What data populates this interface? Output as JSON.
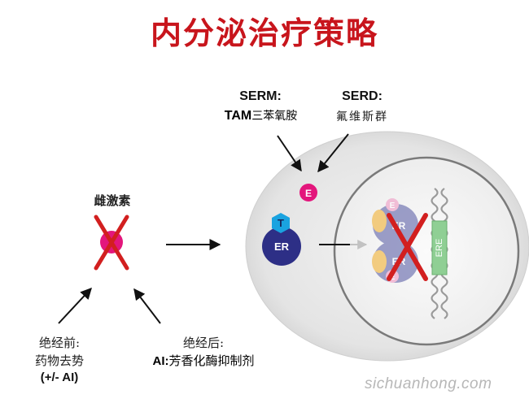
{
  "title": "内分泌治疗策略",
  "serm": {
    "heading": "SERM:",
    "drug_prefix": "TAM",
    "drug_name": "三苯氧胺"
  },
  "serd": {
    "heading": "SERD:",
    "drug_name": "氟维斯群"
  },
  "estrogen_label": "雌激素",
  "estrogen_mark": "E",
  "tamoxifen_mark": "T",
  "receptor_mark": "ER",
  "ere_mark": "ERE",
  "premenopausal": {
    "line1": "绝经前:",
    "line2": "药物去势",
    "line3": "(+/- AI)"
  },
  "postmenopausal": {
    "line1": "绝经后:",
    "line2_prefix": "AI:",
    "line2": "芳香化酶抑制剂"
  },
  "watermark": "sichuanhong.com",
  "colors": {
    "title": "#c8151c",
    "cross": "#d21f1f",
    "estrogen": "#e3167c",
    "receptor": "#2d2f86",
    "tamoxifen": "#1aa3e0"
  }
}
